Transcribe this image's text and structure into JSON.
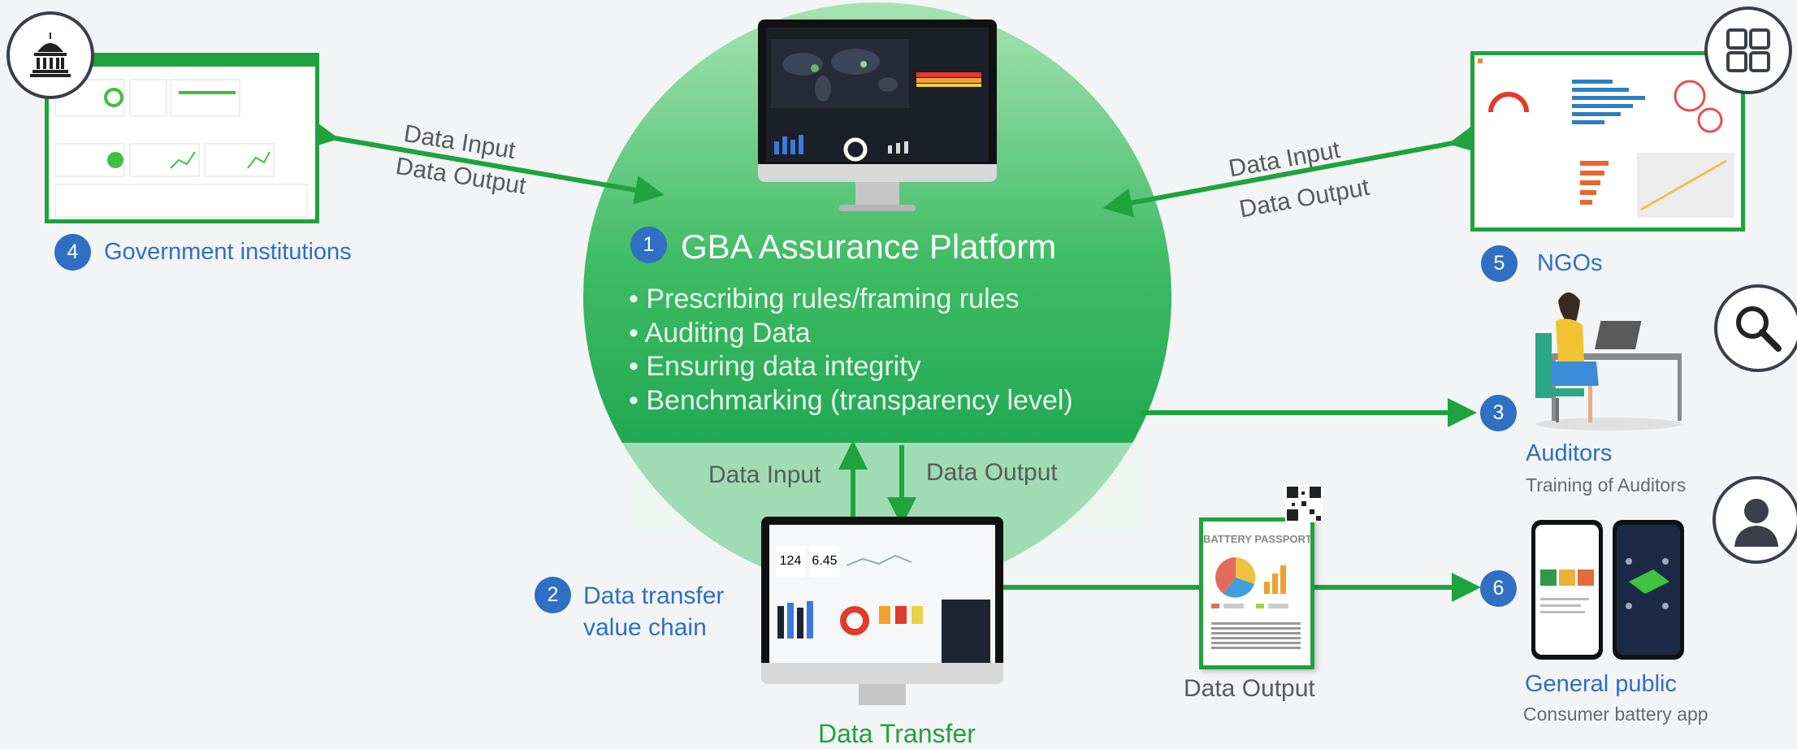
{
  "platform": {
    "number": "1",
    "title": "GBA Assurance Platform",
    "bullets": [
      "Prescribing rules/framing rules",
      "Auditing Data",
      "Ensuring data integrity",
      "Benchmarking (transparency level)"
    ]
  },
  "flows": {
    "gov_input": "Data Input",
    "gov_output": "Data Output",
    "ngo_input": "Data Input",
    "ngo_output": "Data Output",
    "center_input": "Data Input",
    "center_output": "Data Output",
    "passport_output": "Data Output",
    "data_transfer": "Data Transfer"
  },
  "stakeholders": {
    "government": {
      "number": "4",
      "label": "Government institutions"
    },
    "value_chain": {
      "number": "2",
      "label_line1": "Data transfer",
      "label_line2": "value chain"
    },
    "auditors": {
      "number": "3",
      "label": "Auditors",
      "sublabel": "Training of Auditors"
    },
    "ngos": {
      "number": "5",
      "label": "NGOs"
    },
    "public": {
      "number": "6",
      "label": "General public",
      "sublabel": "Consumer battery app"
    }
  },
  "passport": {
    "title": "BATTERY PASSPORT"
  },
  "dashboard_values": {
    "value_a": "124",
    "value_b": "6.45"
  },
  "colors": {
    "accent_green": "#1ea33d",
    "blue": "#2f6fc4",
    "circle_green": "#0fa34a"
  }
}
